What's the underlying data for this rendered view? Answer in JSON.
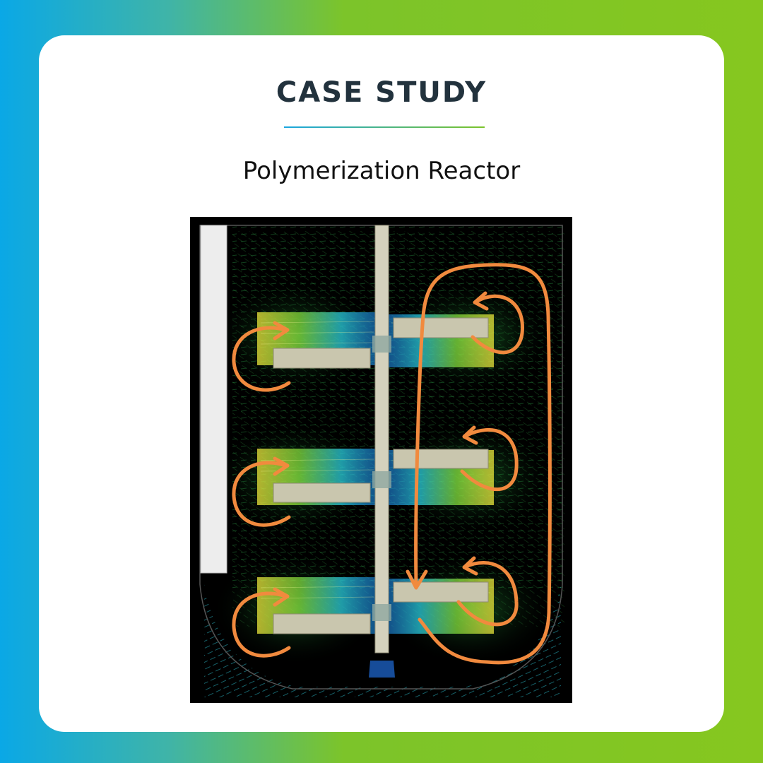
{
  "header": {
    "title": "CASE STUDY",
    "subtitle": "Polymerization Reactor"
  },
  "figure": {
    "icon": "reactor-flow-simulation",
    "colors": {
      "background": "#000000",
      "vectors": [
        "#1a8a3a",
        "#2fc24a",
        "#a8e03a",
        "#e8e23a",
        "#28c6d8",
        "#1c7fd8"
      ],
      "impeller": "#c9c6ae",
      "shaft": "#d2d0bd",
      "baffle": "#eeeeee",
      "circulation_arrows": "#f18a3e"
    }
  }
}
